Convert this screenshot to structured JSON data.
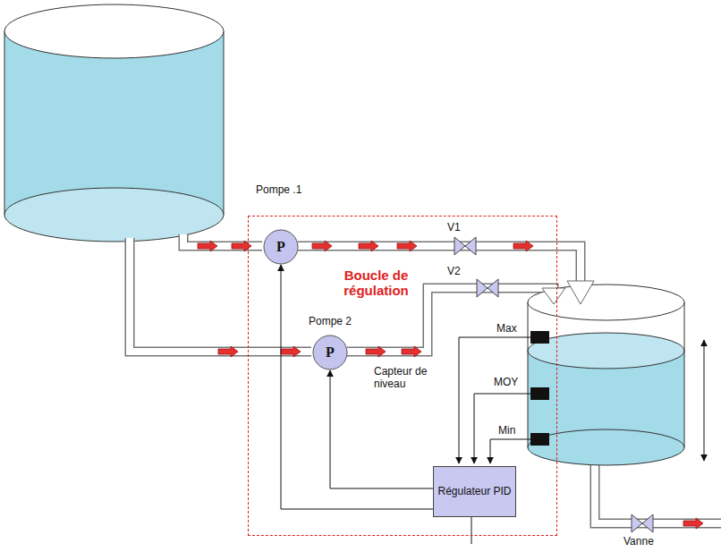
{
  "diagram": {
    "nodes": [
      {
        "text": [
          "Boucle de régulation"
        ]
      },
      {
        "text": [
          "P"
        ],
        "in": 0
      },
      {
        "text": [
          "P"
        ],
        "in": 0
      },
      {
        "text": [
          "Régulateur PID"
        ],
        "in": 0
      }
    ],
    "edges": [
      {
        "from": 3,
        "to": 1,
        "arrow": "to"
      },
      {
        "from": 3,
        "to": 2,
        "arrow": "to"
      }
    ],
    "labels": [
      "Pompe .1",
      "V1",
      "V2",
      "Pompe 2",
      "Capteur de niveau",
      "Max",
      "MOY",
      "Min",
      "Vanne"
    ]
  }
}
